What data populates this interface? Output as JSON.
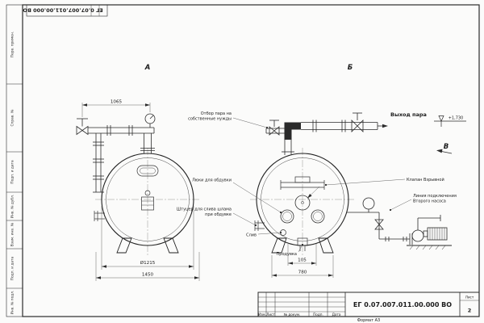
{
  "accent_color": "#2e9e5f",
  "stamp": {
    "code": "ЕГ 0.07.007.011.00.000 ВО",
    "format": "Формат А3",
    "sheet_label": "Лист",
    "sheet_number": "2",
    "columns": {
      "izm": "Изм.",
      "list": "Лист",
      "doc": "№ докум.",
      "sign": "Подп.",
      "date": "Дата"
    }
  },
  "frame": {
    "labels": [
      "Перв. примен.",
      "Справ. №",
      "Подп. и дата",
      "Инв. № дубл.",
      "Взам. инв. №",
      "Подп. и дата",
      "Инв. № подл."
    ]
  },
  "views": {
    "a": "А",
    "b": "Б",
    "direction": "В"
  },
  "labels": {
    "steam_out": "Выход пара",
    "level": "+1,730",
    "own_needs_1": "Отбор пара на",
    "own_needs_2": "собственные нужды",
    "hatches": "Люки для обдувки",
    "explosion_valve": "Клапан Взрывной",
    "pump_line_1": "Линия подключения",
    "pump_line_2": "Второго насоса",
    "sludge_1": "Штуцер для слива шлама",
    "sludge_2": "при обдувке",
    "drain": "Слив",
    "blowdown": "Продувка"
  },
  "dims": {
    "top_pipe": "1065",
    "diameter": "Ø1215",
    "overall": "1450",
    "bottom_small": "105",
    "legs": "780"
  }
}
